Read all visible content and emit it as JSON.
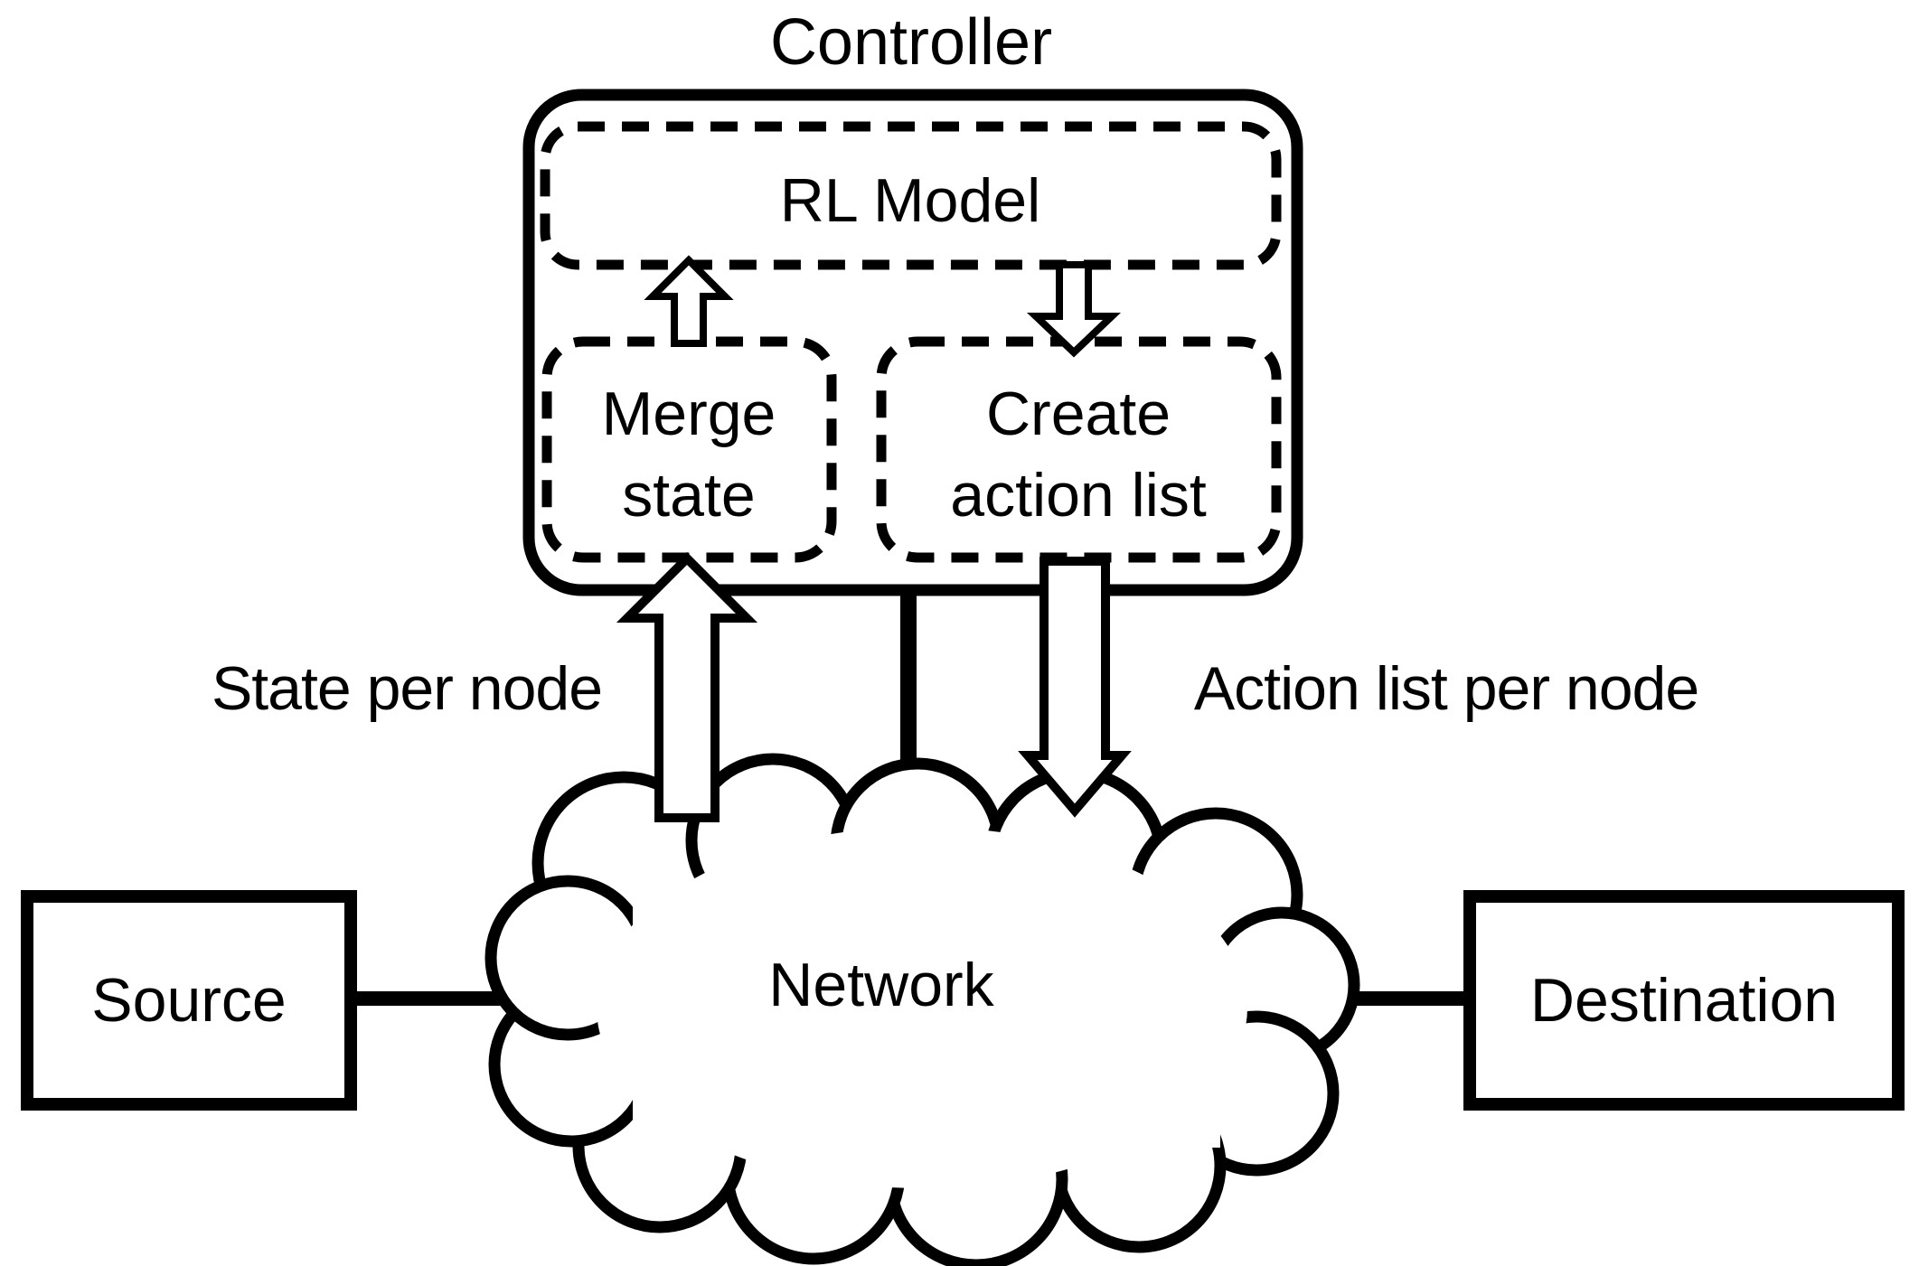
{
  "diagram": {
    "title": "Controller",
    "controller": {
      "rl_model_label": "RL Model",
      "merge_state_line1": "Merge",
      "merge_state_line2": "state",
      "create_action_line1": "Create",
      "create_action_line2": "action list"
    },
    "edge_labels": {
      "state_per_node": "State per node",
      "action_list_per_node": "Action list per node"
    },
    "network_label": "Network",
    "source_label": "Source",
    "destination_label": "Destination",
    "icons": [
      "arrow-up-icon",
      "arrow-down-icon",
      "big-arrow-up-icon",
      "big-arrow-down-icon",
      "cloud-icon"
    ],
    "colors": {
      "ink": "#000000",
      "background": "#ffffff"
    }
  }
}
